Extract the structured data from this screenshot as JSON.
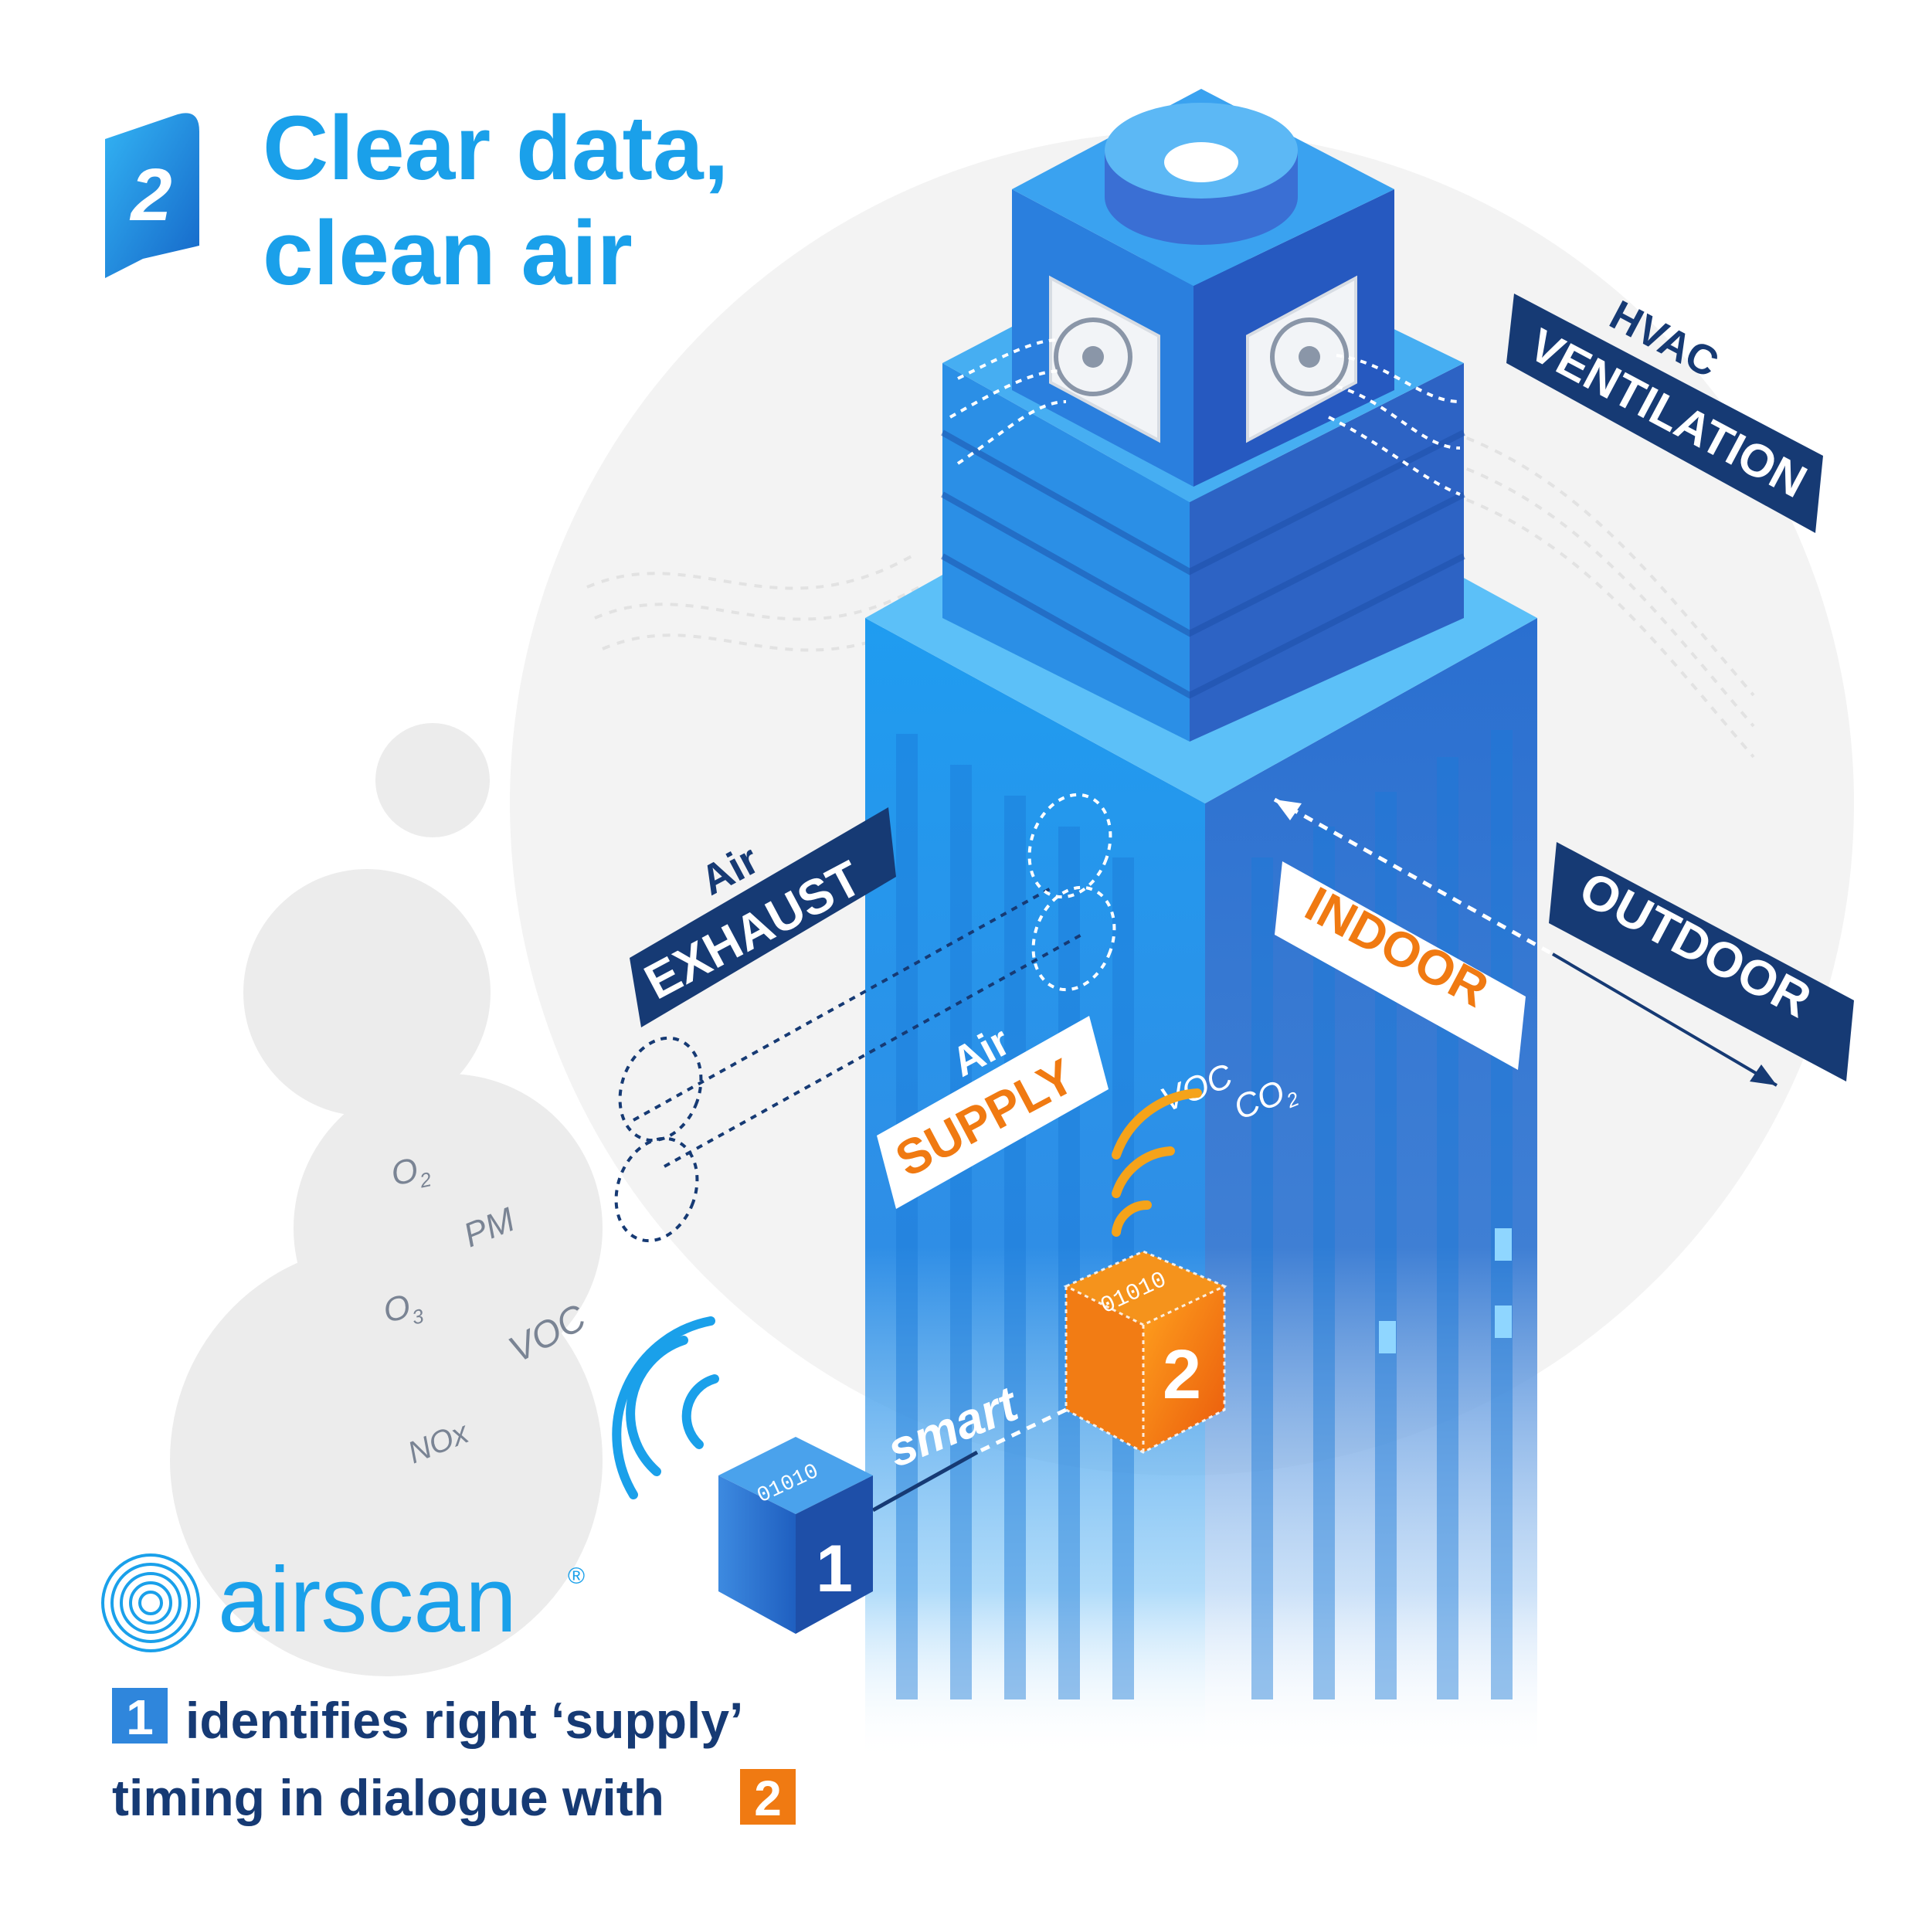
{
  "header": {
    "step_number": "2",
    "title_line1": "Clear data,",
    "title_line2": "clean air"
  },
  "labels": {
    "hvac_top": "HVAC",
    "hvac_bottom": "VENTILATION",
    "exhaust_top": "Air",
    "exhaust_bottom": "EXHAUST",
    "supply_top": "Air",
    "supply_bottom": "SUPPLY",
    "indoor": "INDOOR",
    "outdoor": "OUTDOOR",
    "smart": "smart"
  },
  "pollutants_outdoor": {
    "o2": "O",
    "o2_sub": "2",
    "pm": "PM",
    "o3": "O",
    "o3_sub": "3",
    "voc": "VOC",
    "nox": "NOx"
  },
  "pollutants_indoor": {
    "voc": "VOC",
    "co2": "CO",
    "co2_sub": "2"
  },
  "devices": {
    "device1_number": "1",
    "device2_number": "2",
    "binary_text": "01010"
  },
  "brand": {
    "name": "airscan",
    "registered": "®"
  },
  "caption": {
    "badge1": "1",
    "line1": "identifies right ‘supply’",
    "line2": "timing in dialogue with",
    "badge2": "2"
  },
  "colors": {
    "title_blue": "#1aa0ea",
    "navy": "#163a74",
    "orange": "#f07a12",
    "building_blue": "#2f86dc",
    "background_grey": "#f1f1f1"
  }
}
